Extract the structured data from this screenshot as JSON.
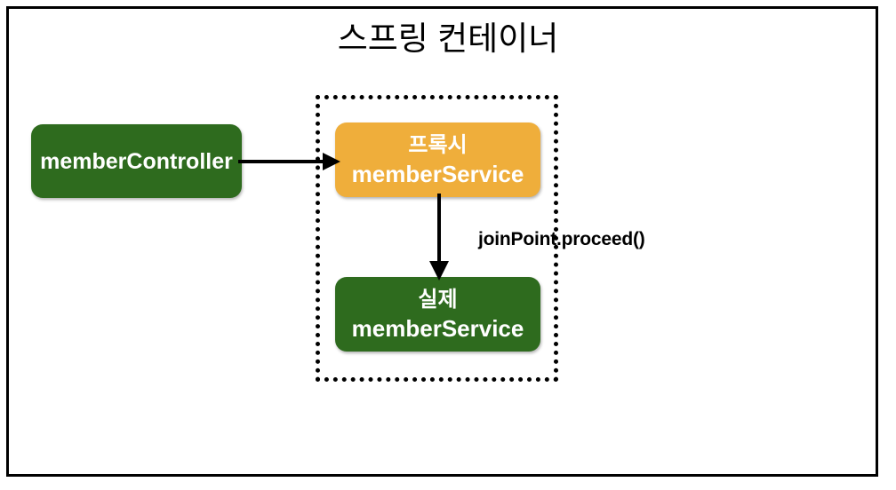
{
  "diagram": {
    "type": "architecture-diagram",
    "title": "스프링 컨테이너",
    "colors": {
      "bean_green": "#2E6B1E",
      "proxy_orange": "#EFAE3B",
      "stroke_black": "#000000",
      "label_white": "#FFFFFF",
      "background": "#FFFFFF"
    },
    "container": {
      "frame_label": "스프링 컨테이너",
      "proxy_group_border_style": "dotted"
    },
    "nodes": [
      {
        "id": "member-controller",
        "lines": [
          "memberController"
        ],
        "fill": "#2E6B1E",
        "text_color": "#FFFFFF"
      },
      {
        "id": "proxy-member-service",
        "lines": [
          "프록시",
          "memberService"
        ],
        "fill": "#EFAE3B",
        "text_color": "#FFFFFF"
      },
      {
        "id": "real-member-service",
        "lines": [
          "실제",
          "memberService"
        ],
        "fill": "#2E6B1E",
        "text_color": "#FFFFFF"
      }
    ],
    "edges": [
      {
        "id": "controller-to-proxy",
        "from": "member-controller",
        "to": "proxy-member-service",
        "label": "",
        "direction": "right"
      },
      {
        "id": "proxy-to-real",
        "from": "proxy-member-service",
        "to": "real-member-service",
        "label": "joinPoint.proceed()",
        "direction": "down"
      }
    ],
    "labels": {
      "joinpoint_proceed": "joinPoint.proceed()"
    }
  }
}
